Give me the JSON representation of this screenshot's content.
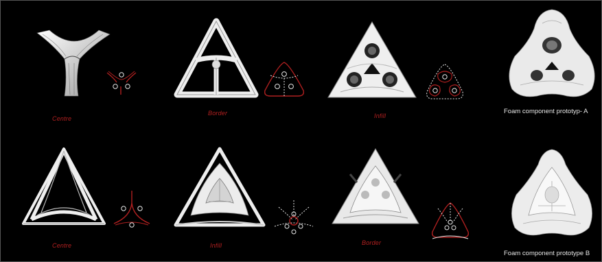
{
  "labels": {
    "top_1": "Centre",
    "top_2": "Border",
    "top_3": "Infill",
    "top_prototype": "Foam component prototyp- A",
    "bottom_1": "Centre",
    "bottom_2": "Infill",
    "bottom_3": "Border",
    "bottom_prototype": "Foam component prototype B"
  },
  "colors": {
    "background": "#000000",
    "label_red": "#b42020",
    "diagram_red": "#b02020",
    "diagram_white": "#e8e8e8",
    "render_white": "#f2f2f2"
  },
  "icons": {
    "render": "triangular-foam-render",
    "diagram": "circle-and-curve-schematic"
  }
}
